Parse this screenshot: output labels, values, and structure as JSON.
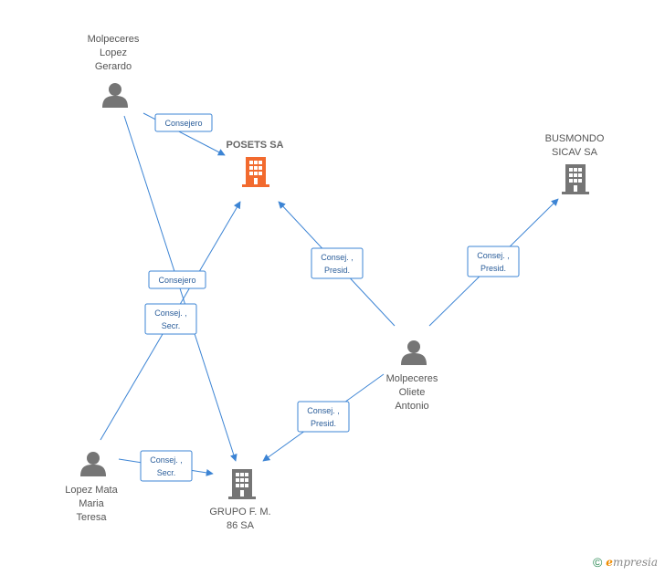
{
  "colors": {
    "edge": "#3c84d4",
    "person": "#757575",
    "company": "#757575",
    "company_focus": "#f26a2e"
  },
  "nodes": {
    "molpeceres_lopez": {
      "label_lines": [
        "Molpeceres",
        "Lopez",
        "Gerardo"
      ],
      "icon": "person-icon"
    },
    "posets": {
      "label_lines": [
        "POSETS SA"
      ],
      "icon": "building-icon"
    },
    "busmondo": {
      "label_lines": [
        "BUSMONDO",
        "SICAV SA"
      ],
      "icon": "building-icon"
    },
    "molpeceres_oliete": {
      "label_lines": [
        "Molpeceres",
        "Oliete",
        "Antonio"
      ],
      "icon": "person-icon"
    },
    "lopez_mata": {
      "label_lines": [
        "Lopez Mata",
        "Maria",
        "Teresa"
      ],
      "icon": "person-icon"
    },
    "grupo_fm": {
      "label_lines": [
        "GRUPO F. M.",
        "86 SA"
      ],
      "icon": "building-icon"
    }
  },
  "edge_labels": {
    "consejero_a": [
      "Consejero"
    ],
    "consejero_b": [
      "Consejero"
    ],
    "consej_secr_a": [
      "Consej. ,",
      "Secr."
    ],
    "consej_presid_a": [
      "Consej. ,",
      "Presid."
    ],
    "consej_presid_b": [
      "Consej. ,",
      "Presid."
    ],
    "consej_presid_c": [
      "Consej. ,",
      "Presid."
    ],
    "consej_secr_b": [
      "Consej. ,",
      "Secr."
    ]
  },
  "footer": {
    "copyright": "©",
    "brand_initial": "e",
    "brand_rest": "mpresia"
  }
}
